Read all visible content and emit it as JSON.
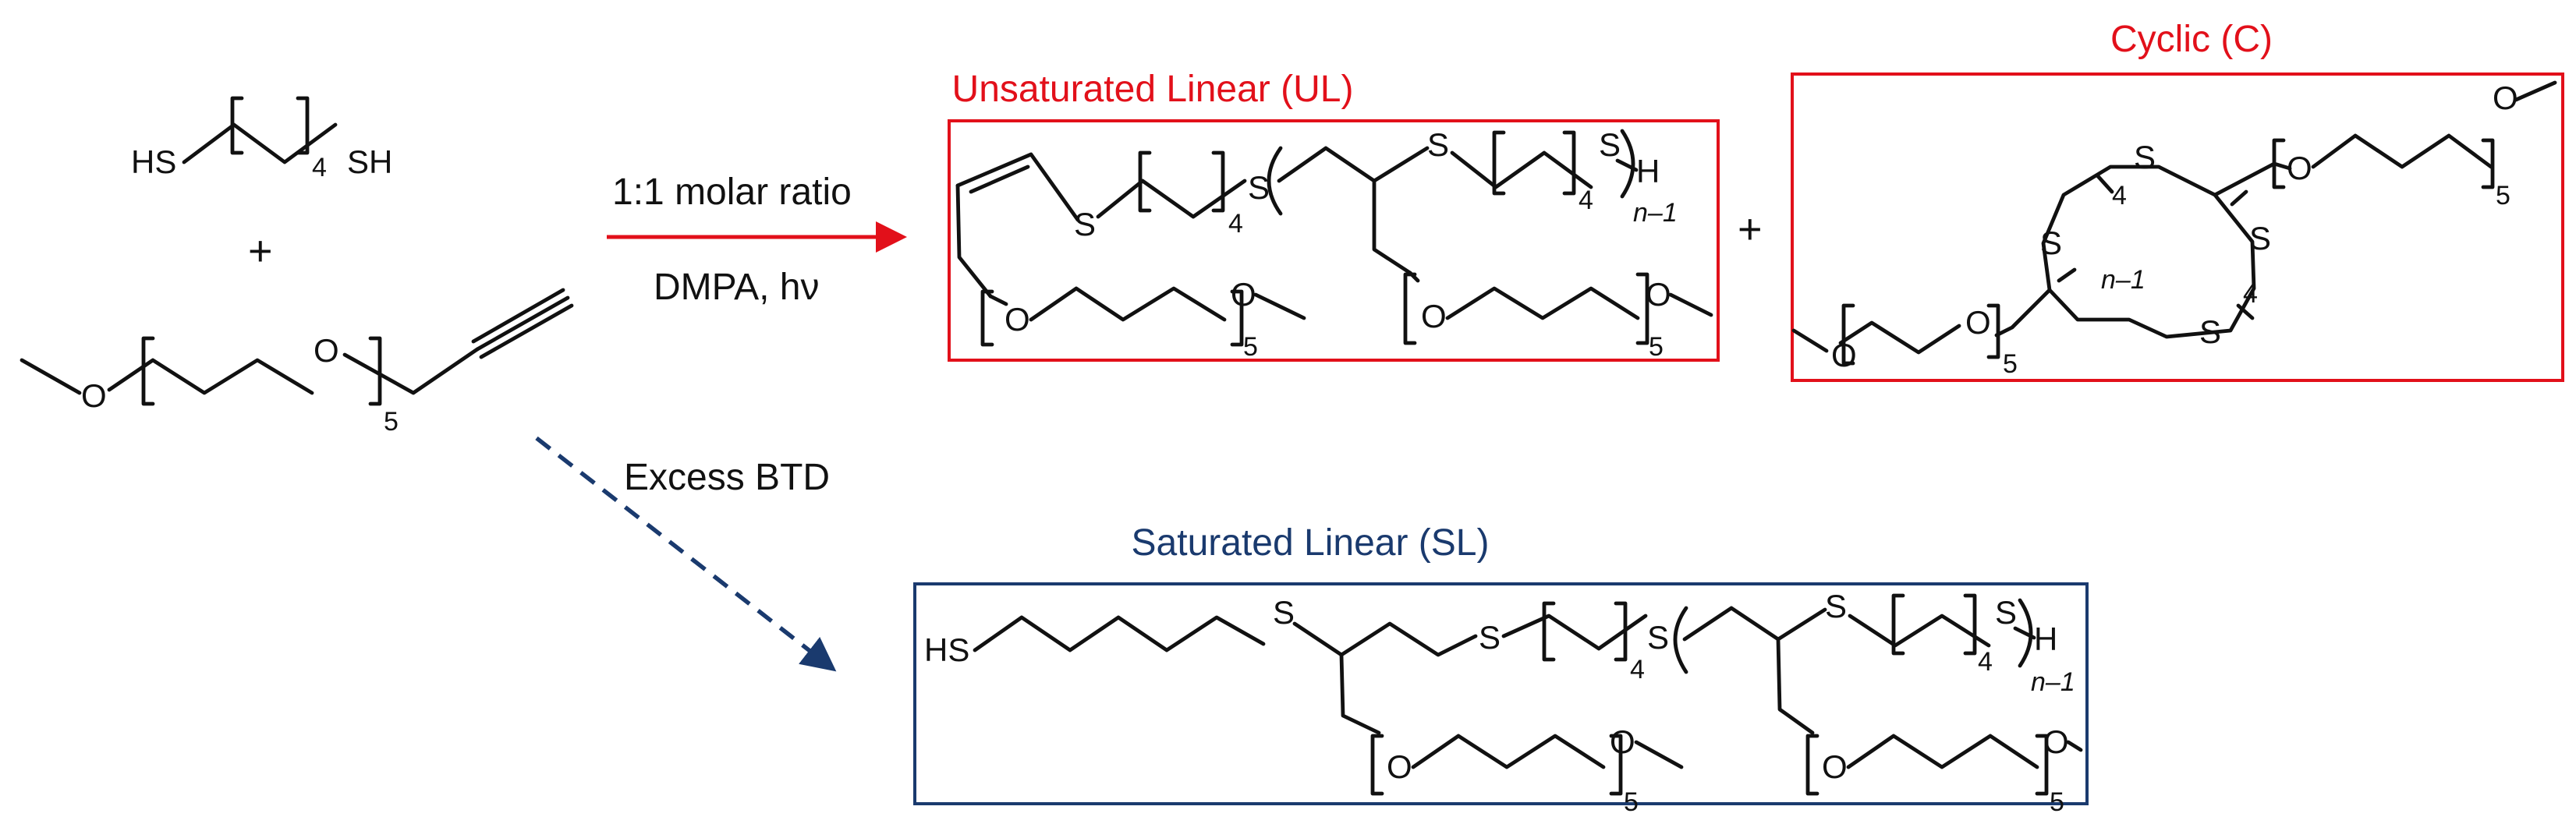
{
  "colors": {
    "red": "#e2101a",
    "navy": "#1a3a6e",
    "black": "#111111"
  },
  "reactants": {
    "dithiol": {
      "left_group": "HS",
      "right_group": "SH",
      "repeat": "4"
    },
    "plus": "+",
    "alkyne": {
      "oxygen": "O",
      "repeat": "5"
    }
  },
  "arrow_red": {
    "label_top": "1:1 molar ratio",
    "label_bottom": "DMPA, hν"
  },
  "arrow_dashed": {
    "label": "Excess BTD"
  },
  "products": {
    "ul": {
      "title": "Unsaturated Linear (UL)",
      "s": "S",
      "o": "O",
      "h": "H",
      "n_sub": "n–1",
      "four": "4",
      "five": "5"
    },
    "plus": "+",
    "cyclic": {
      "title": "Cyclic (C)",
      "s": "S",
      "o": "O",
      "n_sub": "n–1",
      "four": "4",
      "five": "5"
    },
    "sl": {
      "title": "Saturated Linear (SL)",
      "hs": "HS",
      "s": "S",
      "o": "O",
      "h": "H",
      "n_sub": "n–1",
      "four": "4",
      "five": "5"
    }
  }
}
